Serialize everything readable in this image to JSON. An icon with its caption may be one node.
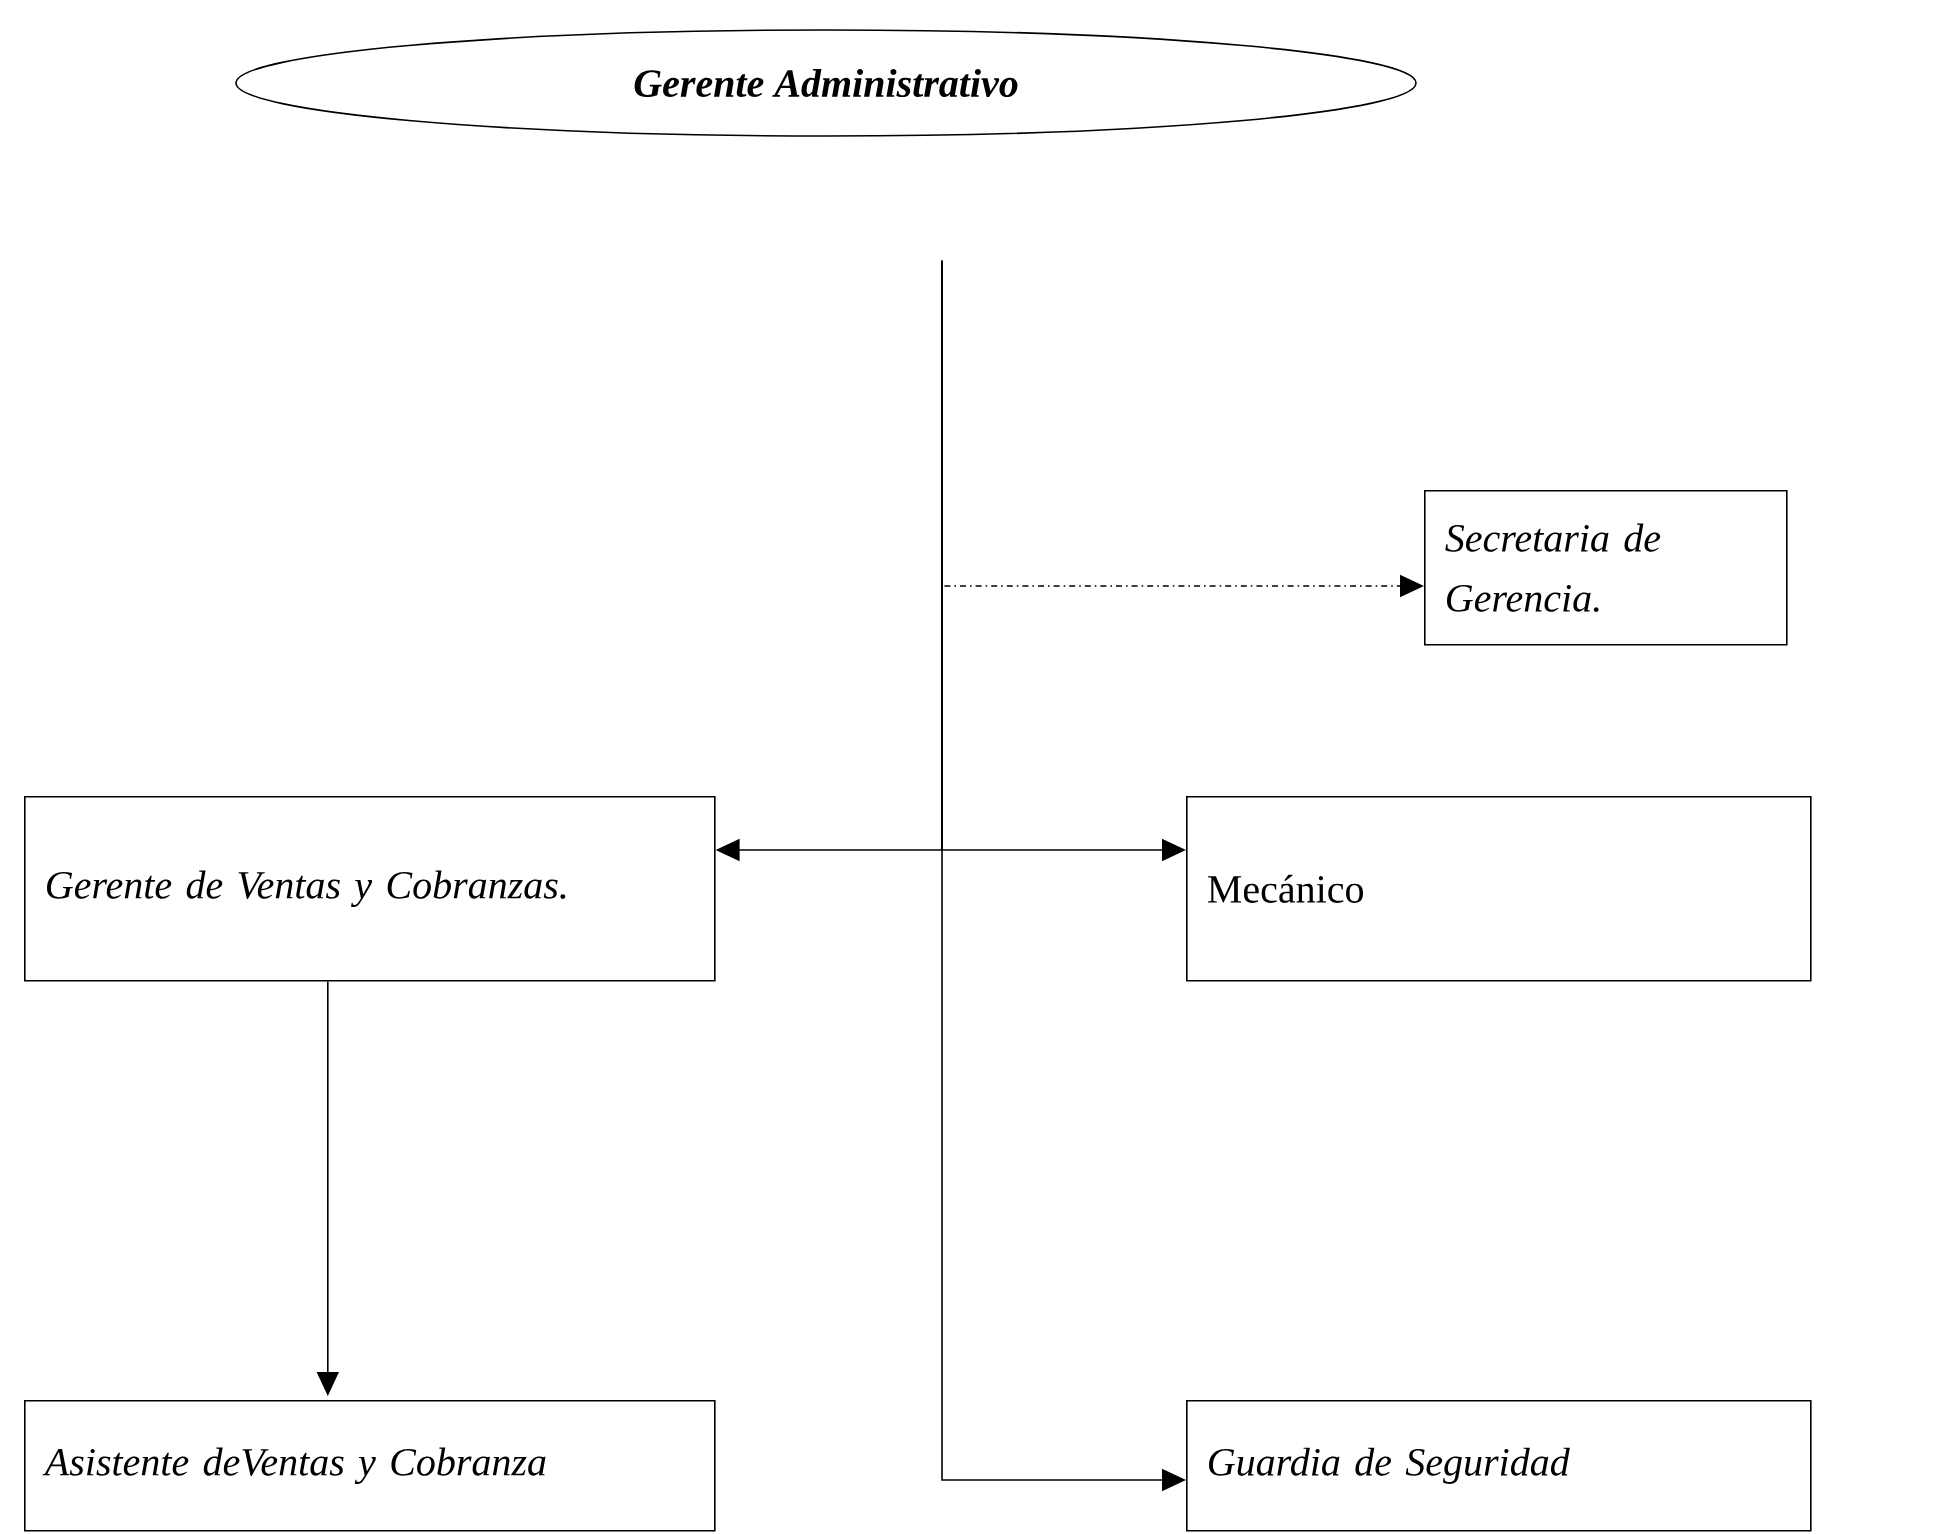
{
  "diagram": {
    "nodes": [
      {
        "text": [
          "Gerente Administrativo"
        ]
      },
      {
        "text": [
          "Secretaria de Gerencia."
        ]
      },
      {
        "text": [
          "Gerente de Ventas y Cobranzas."
        ]
      },
      {
        "text": [
          "Mecánico"
        ]
      },
      {
        "text": [
          "Asistente deVentas y Cobranza"
        ]
      },
      {
        "text": [
          "Guardia de Seguridad"
        ]
      }
    ],
    "edges": [
      {
        "from": 0,
        "to": 1,
        "arrow": "to",
        "style": "dashed"
      },
      {
        "from": 0,
        "to": 2,
        "arrow": "to"
      },
      {
        "from": 0,
        "to": 3,
        "arrow": "to"
      },
      {
        "from": 2,
        "to": 4,
        "arrow": "to"
      },
      {
        "from": 0,
        "to": 5,
        "arrow": "to"
      }
    ]
  }
}
